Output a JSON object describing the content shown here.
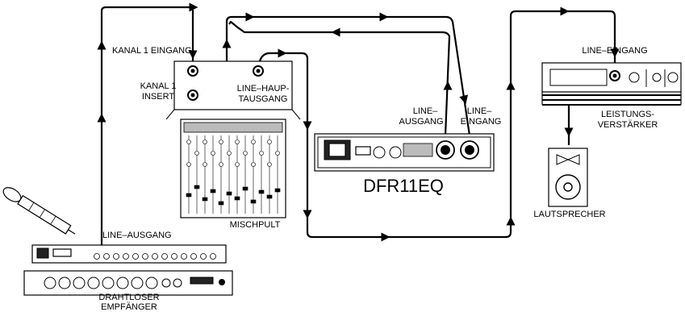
{
  "labels": {
    "kanal1_eingang": "KANAL 1 EINGANG",
    "kanal1_insert_line1": "KANAL 1",
    "kanal1_insert_line2": "INSERT",
    "line_haupt_line1": "LINE–HAUP-",
    "line_haupt_line2": "TAUSGANG",
    "mischpult": "MISCHPULT",
    "line_ausgang_receiver": "LINE–AUSGANG",
    "drahtloser_line1": "DRAHTLOSER",
    "drahtloser_line2": "EMPFÄNGER",
    "dfr_line_ausgang_line1": "LINE–",
    "dfr_line_ausgang_line2": "AUSGANG",
    "dfr_line_eingang_line1": "LINE–",
    "dfr_line_eingang_line2": "EINGANG",
    "dfr_name": "DFR11EQ",
    "amp_line_eingang": "LINE–EINGANG",
    "leistungs_line1": "LEISTUNGS-",
    "leistungs_line2": "VERSTÄRKER",
    "lautsprecher": "LAUTSPRECHER"
  },
  "colors": {
    "line": "#000000",
    "background": "#ffffff"
  }
}
